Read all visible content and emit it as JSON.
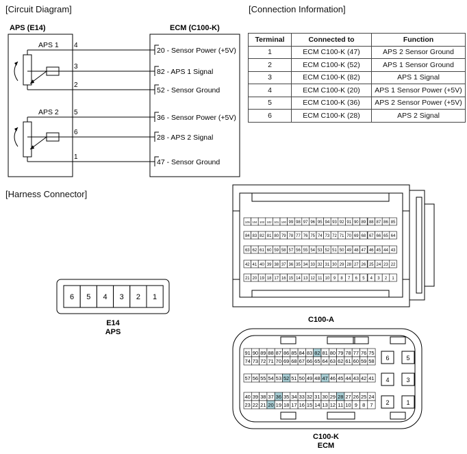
{
  "sections": {
    "circuit": "[Circuit Diagram]",
    "connection": "[Connection Information]",
    "harness": "[Harness Connector]"
  },
  "circuit": {
    "left_box": "APS (E14)",
    "right_box": "ECM (C100-K)",
    "sensors": [
      {
        "label": "APS 1"
      },
      {
        "label": "APS 2"
      }
    ],
    "wires": [
      {
        "pin": "4",
        "ecm_pin": "20",
        "ecm_label": "20 - Sensor Power (+5V)"
      },
      {
        "pin": "3",
        "ecm_pin": "82",
        "ecm_label": "82 - APS 1 Signal"
      },
      {
        "pin": "2",
        "ecm_pin": "52",
        "ecm_label": "52 - Sensor Ground"
      },
      {
        "pin": "5",
        "ecm_pin": "36",
        "ecm_label": "36 - Sensor Power (+5V)"
      },
      {
        "pin": "6",
        "ecm_pin": "28",
        "ecm_label": "28 - APS 2 Signal"
      },
      {
        "pin": "1",
        "ecm_pin": "47",
        "ecm_label": "47 - Sensor Ground"
      }
    ]
  },
  "connection_table": {
    "headers": [
      "Terminal",
      "Connected to",
      "Function"
    ],
    "rows": [
      [
        "1",
        "ECM C100-K (47)",
        "APS 2 Sensor Ground"
      ],
      [
        "2",
        "ECM C100-K (52)",
        "APS 1 Sensor Ground"
      ],
      [
        "3",
        "ECM C100-K (82)",
        "APS 1 Signal"
      ],
      [
        "4",
        "ECM C100-K (20)",
        "APS 1 Sensor Power (+5V)"
      ],
      [
        "5",
        "ECM C100-K (36)",
        "APS 2 Sensor Power (+5V)"
      ],
      [
        "6",
        "ECM C100-K (28)",
        "APS 2 Signal"
      ]
    ]
  },
  "e14": {
    "pins": [
      "6",
      "5",
      "4",
      "3",
      "2",
      "1"
    ],
    "name": "E14",
    "sub": "APS"
  },
  "c100a": {
    "name": "C100-A",
    "rows": [
      {
        "main": [
          "105",
          "104",
          "103",
          "102",
          "101",
          "100",
          "99",
          "98",
          "97",
          "96",
          "95",
          "94",
          "93",
          "92",
          "91",
          "90",
          "89"
        ],
        "right": [
          "88",
          "87",
          "86",
          "85"
        ]
      },
      {
        "main": [
          "84",
          "83",
          "82",
          "81",
          "80",
          "79",
          "78",
          "77",
          "76",
          "75",
          "74",
          "73",
          "72",
          "71",
          "70",
          "69",
          "68"
        ],
        "right": [
          "67",
          "66",
          "65",
          "64"
        ]
      },
      {
        "main": [
          "63",
          "62",
          "61",
          "60",
          "59",
          "58",
          "57",
          "56",
          "55",
          "54",
          "53",
          "52",
          "51",
          "50",
          "49",
          "48",
          "47"
        ],
        "right": [
          "46",
          "45",
          "44",
          "43"
        ]
      },
      {
        "main": [
          "42",
          "41",
          "40",
          "39",
          "38",
          "37",
          "36",
          "35",
          "34",
          "33",
          "32",
          "31",
          "30",
          "29",
          "28",
          "27",
          "26"
        ],
        "right": [
          "25",
          "24",
          "23",
          "22"
        ]
      },
      {
        "main": [
          "21",
          "20",
          "19",
          "18",
          "17",
          "16",
          "15",
          "14",
          "13",
          "12",
          "11",
          "10",
          "9",
          "8",
          "7",
          "6",
          "5"
        ],
        "right": [
          "4",
          "3",
          "2",
          "1"
        ]
      }
    ]
  },
  "c100k": {
    "name": "C100-K",
    "sub": "ECM",
    "highlight": [
      "82",
      "52",
      "47",
      "36",
      "28",
      "20"
    ],
    "highlight_color": "#a9cfd6",
    "rows": [
      [
        "91",
        "90",
        "89",
        "88",
        "87",
        "86",
        "85",
        "84",
        "83",
        "82",
        "81",
        "80",
        "79",
        "78",
        "77",
        "76",
        "75"
      ],
      [
        "74",
        "73",
        "72",
        "71",
        "70",
        "69",
        "68",
        "67",
        "66",
        "65",
        "64",
        "63",
        "62",
        "61",
        "60",
        "59",
        "58"
      ],
      [
        "57",
        "56",
        "55",
        "54",
        "53",
        "52",
        "51",
        "50",
        "49",
        "48",
        "47",
        "46",
        "45",
        "44",
        "43",
        "42",
        "41"
      ],
      [
        "40",
        "39",
        "38",
        "37",
        "36",
        "35",
        "34",
        "33",
        "32",
        "31",
        "30",
        "29",
        "28",
        "27",
        "26",
        "25",
        "24"
      ],
      [
        "23",
        "22",
        "21",
        "20",
        "19",
        "18",
        "17",
        "16",
        "15",
        "14",
        "13",
        "12",
        "11",
        "10",
        "9",
        "8",
        "7"
      ]
    ],
    "right": [
      [
        "6",
        "5"
      ],
      [
        "4",
        "3"
      ],
      [
        "2",
        "1"
      ]
    ]
  }
}
